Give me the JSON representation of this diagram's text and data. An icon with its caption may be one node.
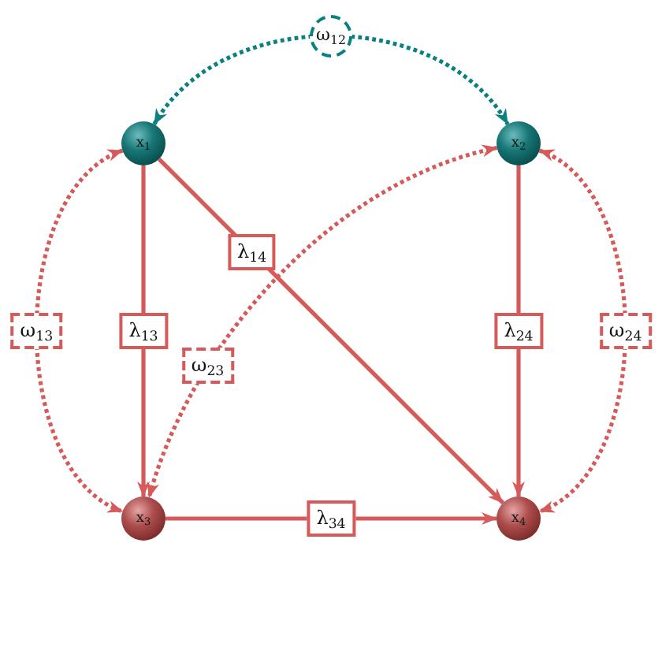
{
  "diagram": {
    "nodes": [
      {
        "text": [
          "x$_{1}$"
        ]
      },
      {
        "text": [
          "x$_{2}$"
        ]
      },
      {
        "text": [
          "x$_{3}$"
        ]
      },
      {
        "text": [
          "x$_{4}$"
        ]
      }
    ],
    "edges": [
      {
        "from": 0,
        "to": 1,
        "arrow": "both",
        "label": "ω$_{12}$",
        "style": "dashed",
        "color": "#0b8080"
      },
      {
        "from": 0,
        "to": 2,
        "arrow": "to",
        "label": "λ$_{13}$"
      },
      {
        "from": 0,
        "to": 3,
        "arrow": "to",
        "label": "λ$_{14}$"
      },
      {
        "from": 1,
        "to": 3,
        "arrow": "to",
        "label": "λ$_{24}$"
      },
      {
        "from": 2,
        "to": 3,
        "arrow": "to",
        "label": "λ$_{34}$"
      },
      {
        "from": 0,
        "to": 2,
        "arrow": "both",
        "label": "ω$_{13}$",
        "style": "dashed"
      },
      {
        "from": 1,
        "to": 2,
        "arrow": "both",
        "label": "ω$_{23}$",
        "style": "dashed"
      },
      {
        "from": 1,
        "to": 3,
        "arrow": "both",
        "label": "ω$_{24}$",
        "style": "dashed"
      }
    ]
  }
}
